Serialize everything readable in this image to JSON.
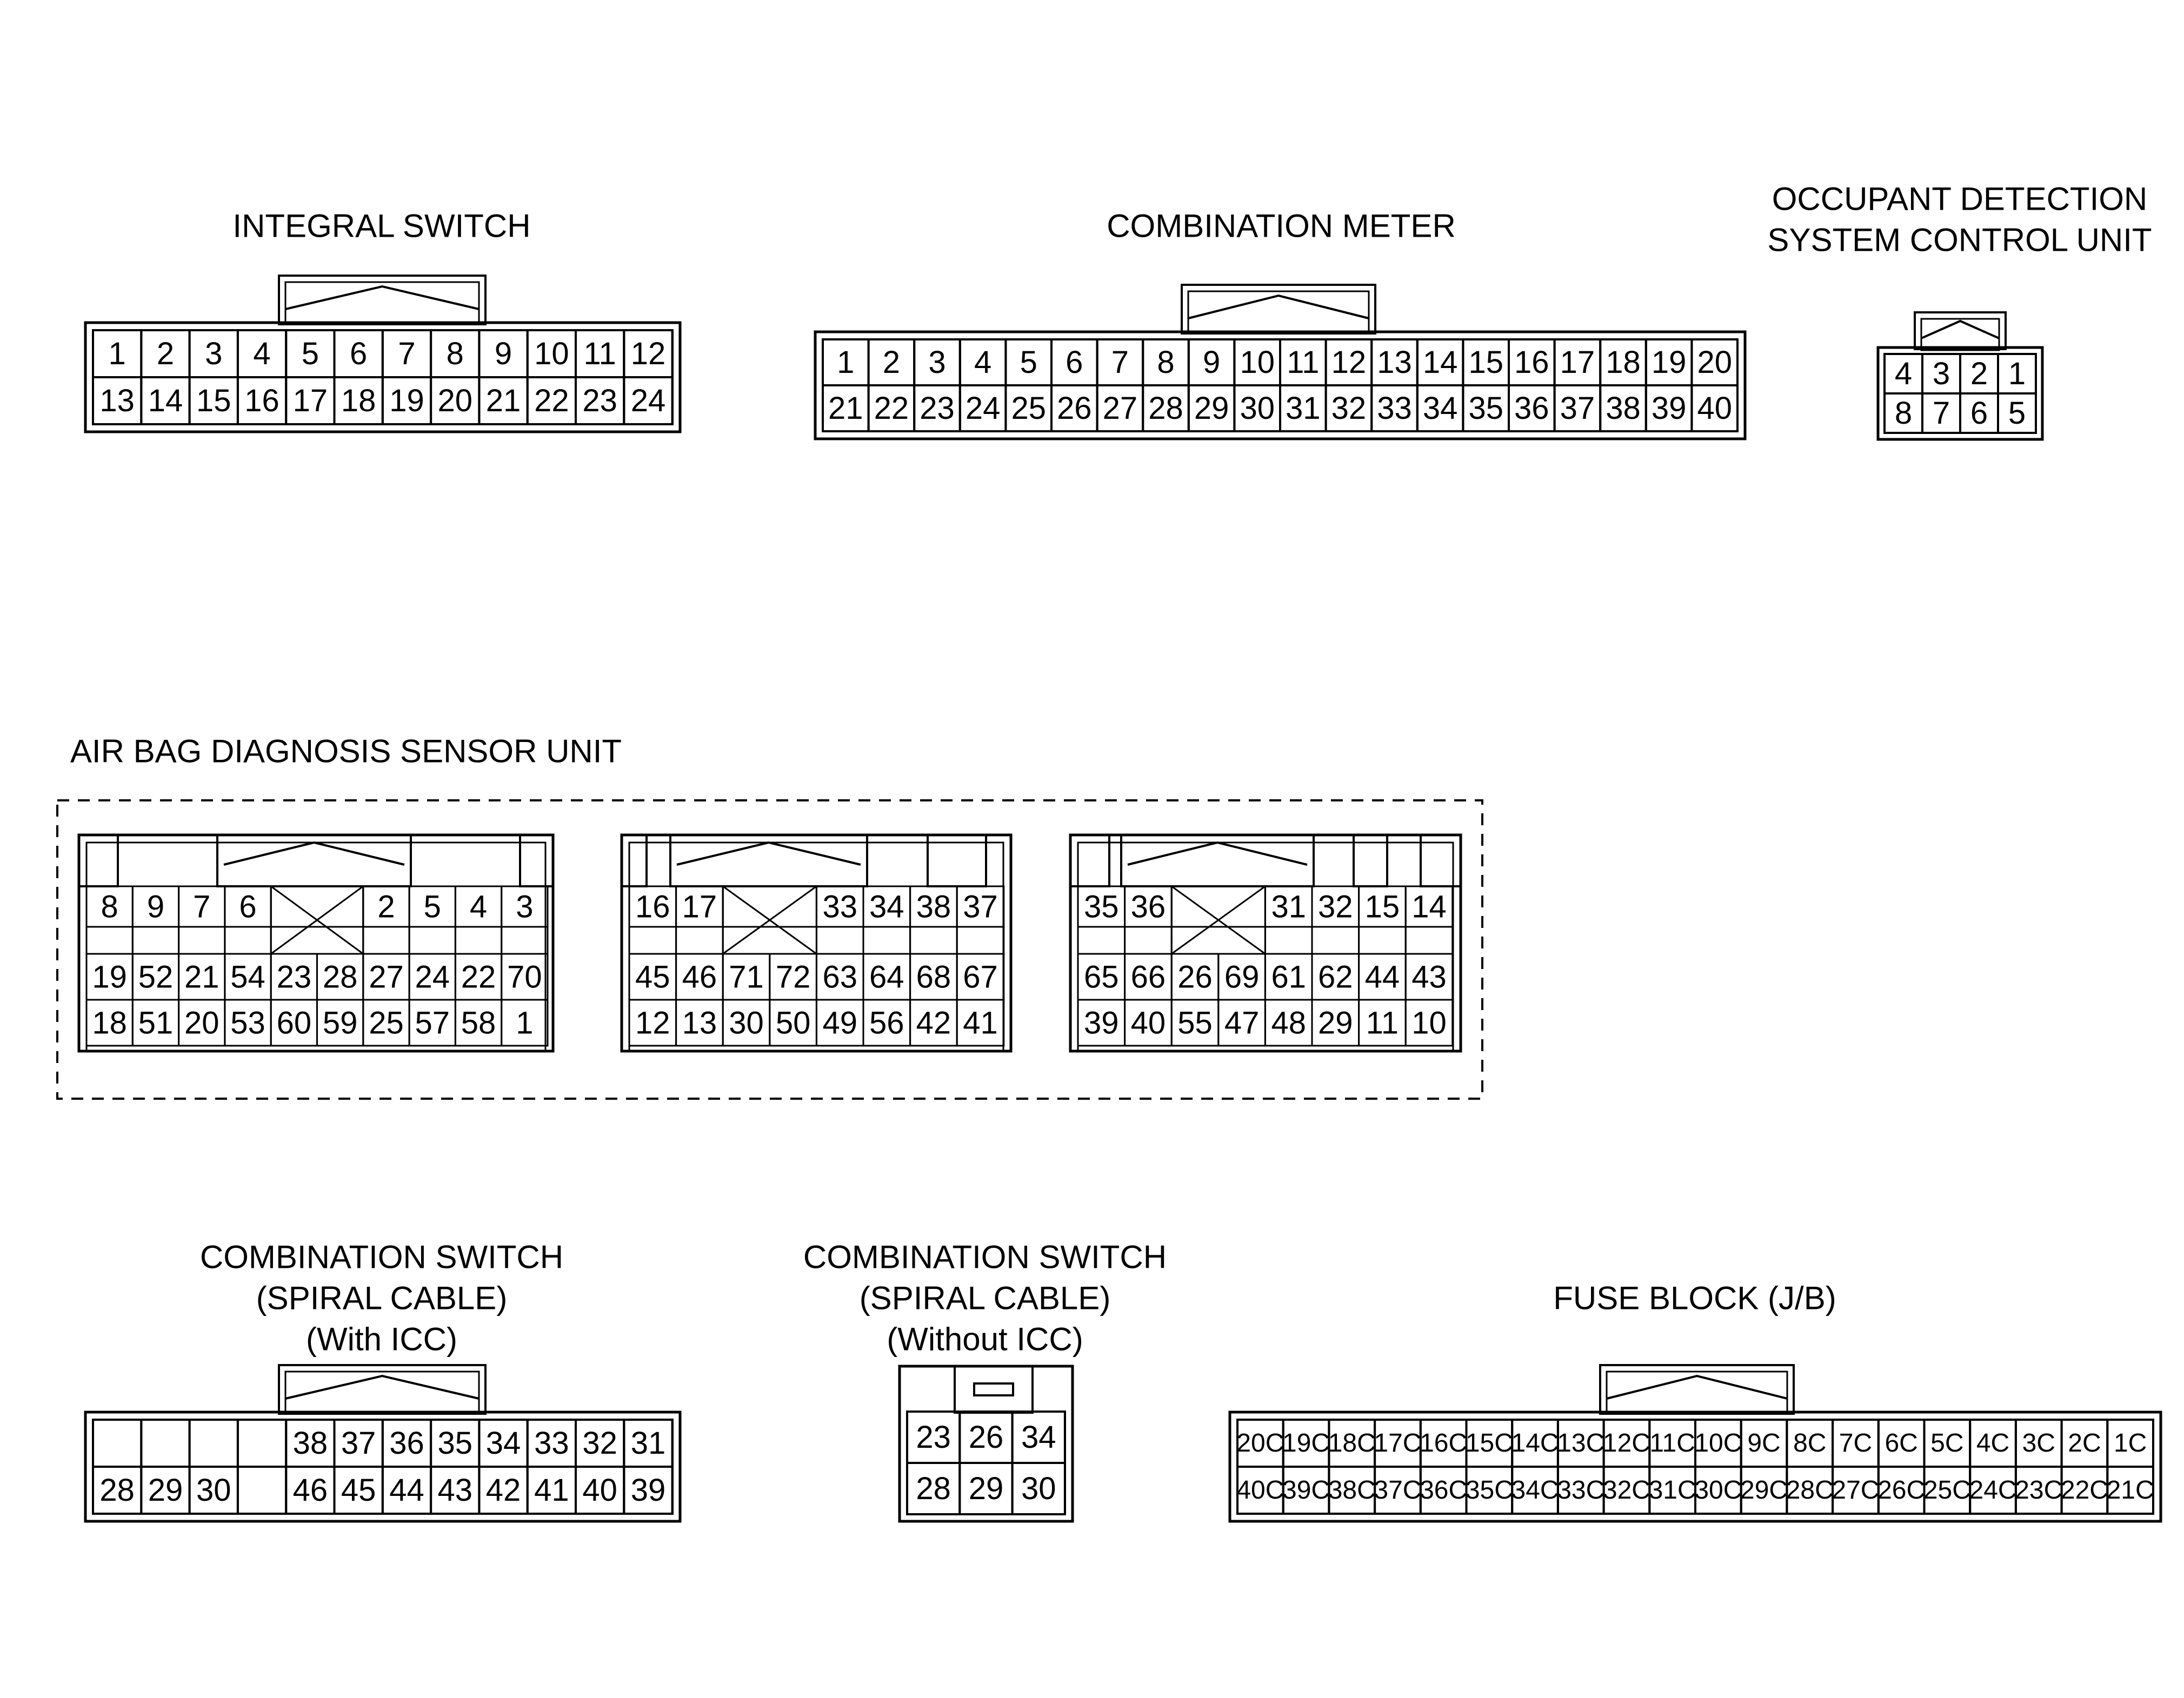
{
  "diagram": {
    "integral_switch": {
      "title": [
        "INTEGRAL SWITCH"
      ],
      "rows": [
        [
          "1",
          "2",
          "3",
          "4",
          "5",
          "6",
          "7",
          "8",
          "9",
          "10",
          "11",
          "12"
        ],
        [
          "13",
          "14",
          "15",
          "16",
          "17",
          "18",
          "19",
          "20",
          "21",
          "22",
          "23",
          "24"
        ]
      ]
    },
    "combination_meter": {
      "title": [
        "COMBINATION METER"
      ],
      "rows": [
        [
          "1",
          "2",
          "3",
          "4",
          "5",
          "6",
          "7",
          "8",
          "9",
          "10",
          "11",
          "12",
          "13",
          "14",
          "15",
          "16",
          "17",
          "18",
          "19",
          "20"
        ],
        [
          "21",
          "22",
          "23",
          "24",
          "25",
          "26",
          "27",
          "28",
          "29",
          "30",
          "31",
          "32",
          "33",
          "34",
          "35",
          "36",
          "37",
          "38",
          "39",
          "40"
        ]
      ]
    },
    "occupant_detection": {
      "title": [
        "OCCUPANT DETECTION",
        "SYSTEM CONTROL UNIT"
      ],
      "rows": [
        [
          "4",
          "3",
          "2",
          "1"
        ],
        [
          "8",
          "7",
          "6",
          "5"
        ]
      ]
    },
    "air_bag_diagnosis": {
      "title": [
        "AIR BAG DIAGNOSIS SENSOR UNIT"
      ],
      "blocks": [
        {
          "row1": [
            "8",
            "9",
            "7",
            "6",
            "",
            "2",
            "5",
            "4",
            "3"
          ],
          "row2": [
            "19",
            "52",
            "21",
            "54",
            "23",
            "28",
            "27",
            "24",
            "22",
            "70"
          ],
          "row3": [
            "18",
            "51",
            "20",
            "53",
            "60",
            "59",
            "25",
            "57",
            "58",
            "1"
          ]
        },
        {
          "row1": [
            "16",
            "17",
            "",
            "33",
            "34",
            "38",
            "37"
          ],
          "row2": [
            "45",
            "46",
            "71",
            "72",
            "63",
            "64",
            "68",
            "67"
          ],
          "row3": [
            "12",
            "13",
            "30",
            "50",
            "49",
            "56",
            "42",
            "41"
          ]
        },
        {
          "row1": [
            "35",
            "36",
            "",
            "31",
            "32",
            "15",
            "14"
          ],
          "row2": [
            "65",
            "66",
            "26",
            "69",
            "61",
            "62",
            "44",
            "43"
          ],
          "row3": [
            "39",
            "40",
            "55",
            "47",
            "48",
            "29",
            "11",
            "10"
          ]
        }
      ]
    },
    "combination_switch_icc": {
      "title": [
        "COMBINATION SWITCH",
        "(SPIRAL CABLE)",
        "(With ICC)"
      ],
      "rows": [
        [
          "",
          "",
          "",
          "",
          "38",
          "37",
          "36",
          "35",
          "34",
          "33",
          "32",
          "31"
        ],
        [
          "28",
          "29",
          "30",
          "",
          "46",
          "45",
          "44",
          "43",
          "42",
          "41",
          "40",
          "39"
        ]
      ]
    },
    "combination_switch_no_icc": {
      "title": [
        "COMBINATION SWITCH",
        "(SPIRAL CABLE)",
        "(Without ICC)"
      ],
      "rows": [
        [
          "23",
          "26",
          "34"
        ],
        [
          "28",
          "29",
          "30"
        ]
      ]
    },
    "fuse_block": {
      "title": [
        "FUSE BLOCK (J/B)"
      ],
      "rows": [
        [
          "20C",
          "19C",
          "18C",
          "17C",
          "16C",
          "15C",
          "14C",
          "13C",
          "12C",
          "11C",
          "10C",
          "9C",
          "8C",
          "7C",
          "6C",
          "5C",
          "4C",
          "3C",
          "2C",
          "1C"
        ],
        [
          "40C",
          "39C",
          "38C",
          "37C",
          "36C",
          "35C",
          "34C",
          "33C",
          "32C",
          "31C",
          "30C",
          "29C",
          "28C",
          "27C",
          "26C",
          "25C",
          "24C",
          "23C",
          "22C",
          "21C"
        ]
      ]
    }
  }
}
